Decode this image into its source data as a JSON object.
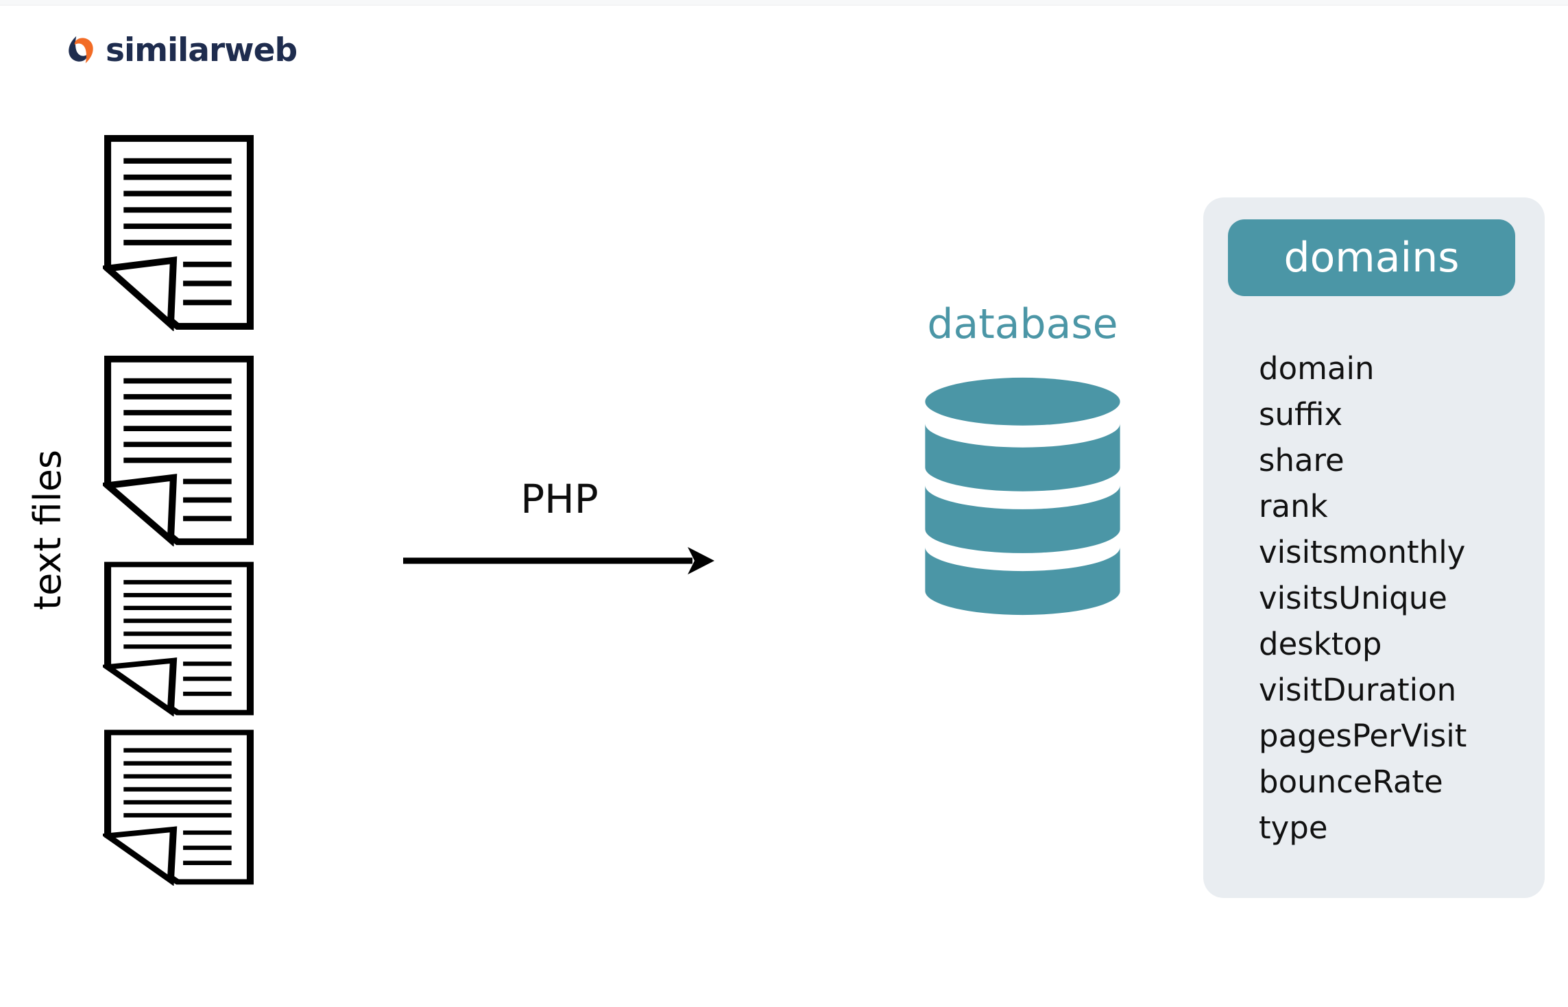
{
  "page": {
    "background_color": "#ffffff",
    "top_strip_color": "#f7f8f9"
  },
  "logo": {
    "text": "similarweb",
    "navy_color": "#1e2c4e",
    "orange_color": "#f26b25"
  },
  "source_group": {
    "label": "text files",
    "file_count": 4
  },
  "flow": {
    "process_label": "PHP"
  },
  "database": {
    "label": "database",
    "color": "#4b96a6"
  },
  "table_panel": {
    "background_color": "#e9edf1",
    "header": {
      "label": "domains",
      "background_color": "#4b96a6",
      "text_color": "#ffffff"
    },
    "fields": [
      "domain",
      "suffix",
      "share",
      "rank",
      "visitsmonthly",
      "visitsUnique",
      "desktop",
      "visitDuration",
      "pagesPerVisit",
      "bounceRate",
      "type"
    ]
  },
  "icons": {
    "logo_mark": "similarweb-swirl",
    "file": "text-document-with-folded-corner",
    "arrow": "right-arrow",
    "database": "stacked-cylinder"
  }
}
